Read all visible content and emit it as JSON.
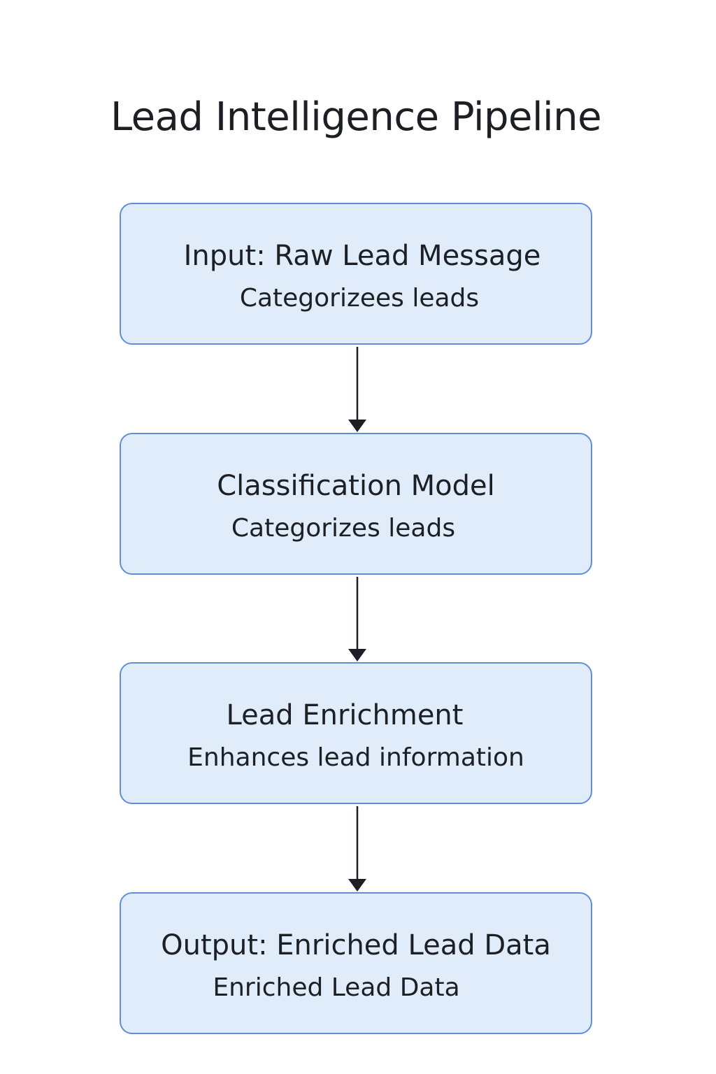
{
  "title": "Lead Intelligence Pipeline",
  "steps": [
    {
      "title": "Input: Raw Lead Message",
      "subtitle": "Categorizees leads"
    },
    {
      "title": "Classification Model",
      "subtitle": "Categorizes leads"
    },
    {
      "title": "Lead Enrichment",
      "subtitle": "Enhances lead information"
    },
    {
      "title": "Output: Enriched Lead Data",
      "subtitle": "Enriched Lead Data"
    }
  ],
  "colors": {
    "box_fill": "#e1ecfb",
    "box_border": "#5f8fd8",
    "arrow": "#1c1f24",
    "text": "#1c1f24"
  }
}
